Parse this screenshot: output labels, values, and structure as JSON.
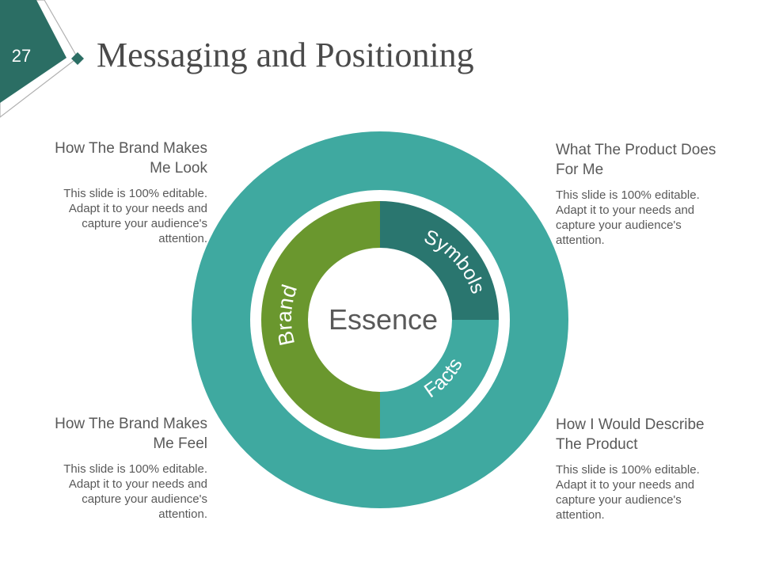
{
  "slide": {
    "number": "27",
    "title": "Messaging and Positioning"
  },
  "colors": {
    "teal": "#3fa9a0",
    "dark_teal": "#2a766f",
    "green": "#6a972e",
    "corner_dark": "#2b6e64",
    "text": "#595959"
  },
  "diagram": {
    "center_label": "Essence",
    "segments": [
      {
        "label": "Symbols",
        "color": "#2a766f"
      },
      {
        "label": "Facts",
        "color": "#3fa9a0"
      },
      {
        "label": "Brand",
        "color": "#6a972e"
      }
    ]
  },
  "quadrants": {
    "top_left": {
      "heading": "How The Brand Makes Me Look",
      "body": "This slide is 100% editable. Adapt it to your needs and capture your audience's attention."
    },
    "top_right": {
      "heading": "What The Product Does For Me",
      "body": "This slide is 100% editable. Adapt it to your needs and capture your audience's attention."
    },
    "bottom_left": {
      "heading": "How The Brand Makes Me Feel",
      "body": "This slide is 100% editable. Adapt it to your needs and capture your audience's attention."
    },
    "bottom_right": {
      "heading": "How I Would Describe The Product",
      "body": "This slide is 100% editable. Adapt it to your needs and capture your audience's attention."
    }
  }
}
